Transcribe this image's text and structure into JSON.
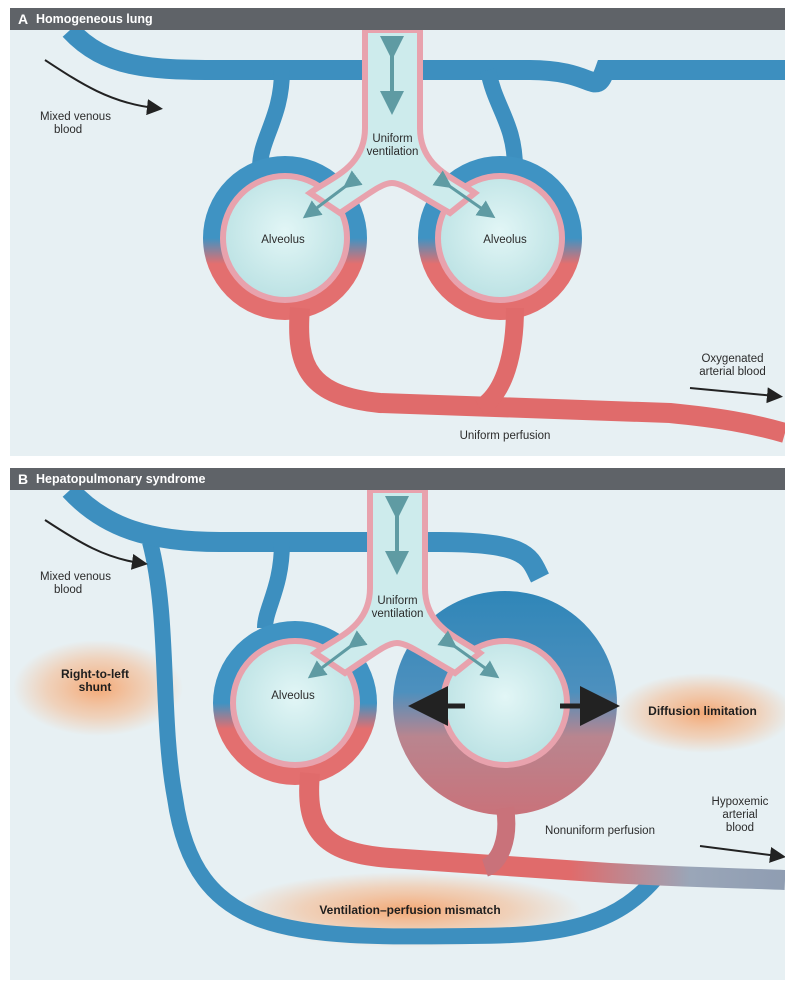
{
  "panel_a": {
    "letter": "A",
    "title": "Homogeneous lung",
    "labels": {
      "mixed_venous": "Mixed venous",
      "mixed_venous_2": "blood",
      "uniform_ventilation": "Uniform",
      "uniform_ventilation_2": "ventilation",
      "alveolus_left": "Alveolus",
      "alveolus_right": "Alveolus",
      "oxygenated": "Oxygenated",
      "oxygenated_2": "arterial blood",
      "uniform_perfusion": "Uniform perfusion"
    }
  },
  "panel_b": {
    "letter": "B",
    "title": "Hepatopulmonary syndrome",
    "labels": {
      "mixed_venous": "Mixed venous",
      "mixed_venous_2": "blood",
      "uniform_ventilation": "Uniform",
      "uniform_ventilation_2": "ventilation",
      "alveolus": "Alveolus",
      "right_to_left": "Right-to-left",
      "right_to_left_2": "shunt",
      "diffusion_limitation": "Diffusion limitation",
      "hypoxemic": "Hypoxemic",
      "hypoxemic_2": "arterial",
      "hypoxemic_3": "blood",
      "nonuniform_perfusion": "Nonuniform perfusion",
      "vq_mismatch": "Ventilation–perfusion mismatch"
    }
  },
  "colors": {
    "venous": "#3d8fbf",
    "arterial": "#e06b6b",
    "airway": "#cdebec",
    "tissue": "#e9a9b3",
    "background": "#e7f0f3",
    "header": "#5f6368",
    "hypoxemic": "#9aa6b8",
    "halo": "#f4a46e"
  }
}
